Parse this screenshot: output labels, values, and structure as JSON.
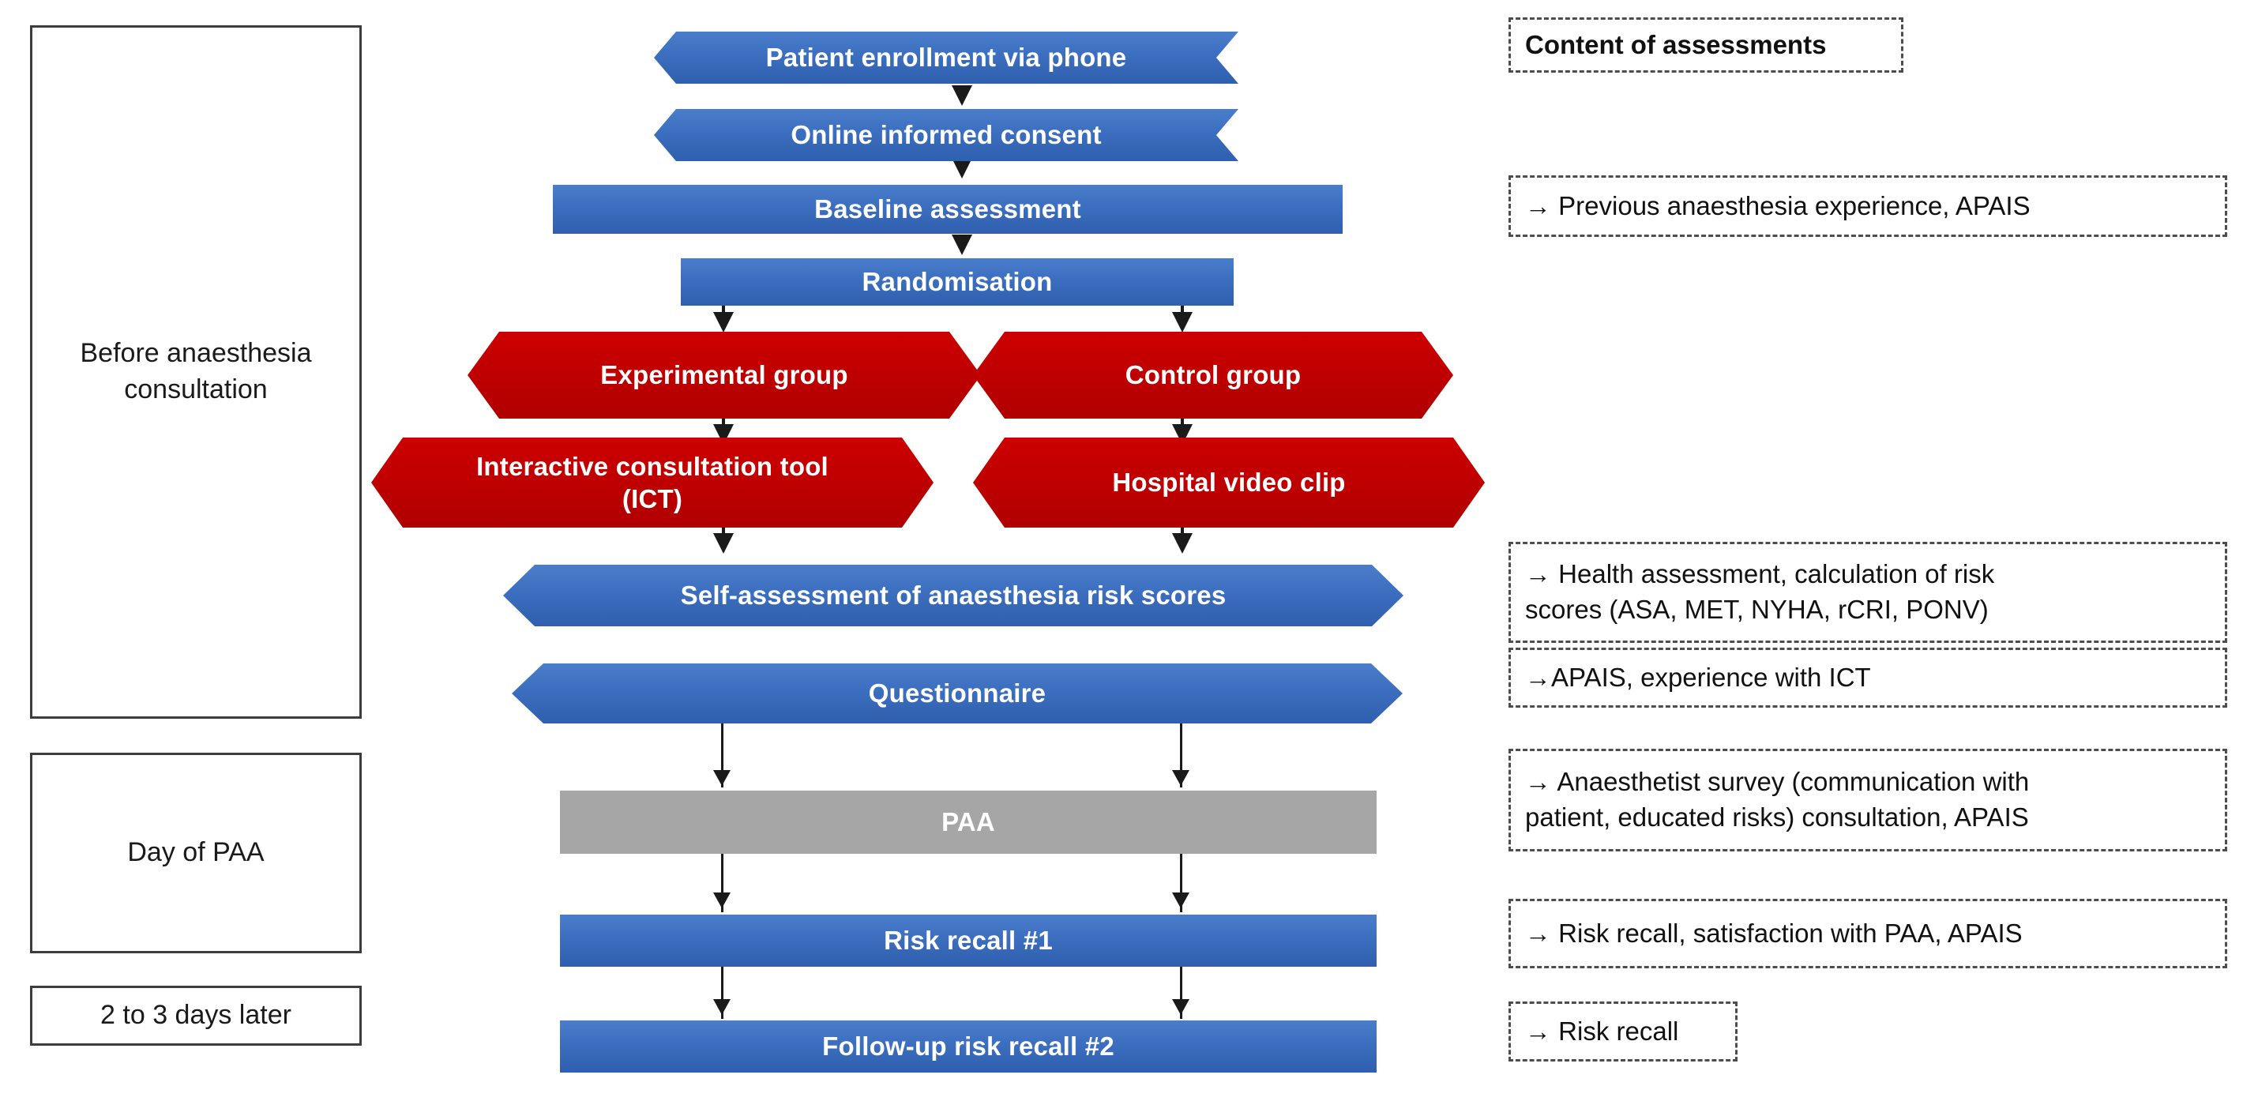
{
  "diagram": {
    "title": "Study flow diagram of anaesthesia consultation trial",
    "colors": {
      "blue": "#3d6fc0",
      "red": "#c00000",
      "gray": "#a6a6a6",
      "outline": "#3d3d3d",
      "note_border": "#4d4d4d"
    }
  },
  "phases": [
    {
      "label": "Before anaesthesia consultation"
    },
    {
      "label": "Day of PAA"
    },
    {
      "label": "2 to 3 days later"
    }
  ],
  "flow": [
    {
      "id": "enrollment",
      "label": "Patient enrollment via phone",
      "shape": "chevron",
      "color": "blue"
    },
    {
      "id": "consent",
      "label": "Online informed consent",
      "shape": "chevron",
      "color": "blue"
    },
    {
      "id": "baseline",
      "label": "Baseline assessment",
      "shape": "rectangle",
      "color": "blue"
    },
    {
      "id": "randomisation",
      "label": "Randomisation",
      "shape": "rectangle",
      "color": "blue"
    },
    {
      "id": "experimental",
      "label": "Experimental group",
      "shape": "hexagon",
      "color": "red"
    },
    {
      "id": "control",
      "label": "Control group",
      "shape": "hexagon",
      "color": "red"
    },
    {
      "id": "ict",
      "label": "Interactive consultation tool (ICT)",
      "shape": "hexagon",
      "color": "red"
    },
    {
      "id": "video",
      "label": "Hospital video clip",
      "shape": "hexagon",
      "color": "red"
    },
    {
      "id": "self_assessment",
      "label": "Self-assessment of anaesthesia risk scores",
      "shape": "hexagon",
      "color": "blue"
    },
    {
      "id": "questionnaire",
      "label": "Questionnaire",
      "shape": "hexagon",
      "color": "blue"
    },
    {
      "id": "paa",
      "label": "PAA",
      "shape": "rectangle",
      "color": "gray"
    },
    {
      "id": "recall1",
      "label": "Risk recall #1",
      "shape": "rectangle",
      "color": "blue"
    },
    {
      "id": "recall2",
      "label": "Follow-up risk recall #2",
      "shape": "rectangle",
      "color": "blue"
    }
  ],
  "flow_labels": {
    "ict_line1": "Interactive consultation tool",
    "ict_line2": "(ICT)"
  },
  "notes": {
    "heading": "Content of assessments",
    "items": [
      {
        "id": "note_baseline",
        "text": "→ Previous anaesthesia experience, APAIS"
      },
      {
        "id": "note_selfassess_l1",
        "text": "→ Health assessment, calculation of risk"
      },
      {
        "id": "note_selfassess_l2",
        "text": "scores (ASA, MET, NYHA, rCRI, PONV)"
      },
      {
        "id": "note_questionnaire",
        "text": "→APAIS, experience with  ICT"
      },
      {
        "id": "note_paa_l1",
        "text": "→ Anaesthetist survey (communication with"
      },
      {
        "id": "note_paa_l2",
        "text": "patient, educated risks) consultation,  APAIS"
      },
      {
        "id": "note_recall1",
        "text": "→ Risk recall, satisfaction with PAA,  APAIS"
      },
      {
        "id": "note_recall2",
        "text": "→ Risk recall"
      }
    ]
  }
}
